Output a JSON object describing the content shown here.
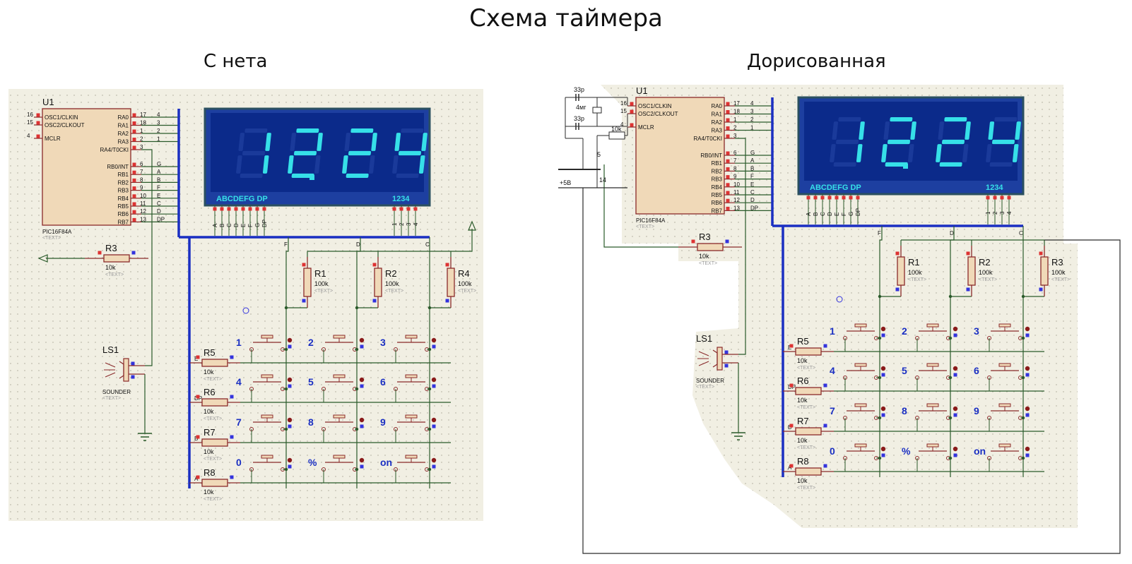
{
  "title": "Схема таймера",
  "left_title": "С нета",
  "right_title": "Дорисованная",
  "display": {
    "digits": "12.24",
    "segments_label": "ABCDEFG DP",
    "digits_label": "1234",
    "seg_pins": [
      "A",
      "B",
      "C",
      "D",
      "E",
      "F",
      "G",
      "DP"
    ],
    "dig_pins": [
      "1",
      "2",
      "3",
      "4"
    ]
  },
  "mcu": {
    "ref": "U1",
    "part": "PIC16F84A",
    "text": "<TEXT>",
    "left_pins": [
      {
        "num": "16",
        "name": "OSC1/CLKIN"
      },
      {
        "num": "15",
        "name": "OSC2/CLKOUT"
      },
      {
        "num": "4",
        "name": "MCLR"
      }
    ],
    "right_pins": [
      {
        "num": "17",
        "name": "RA0",
        "net": "4"
      },
      {
        "num": "18",
        "name": "RA1",
        "net": "3"
      },
      {
        "num": "1",
        "name": "RA2",
        "net": "2"
      },
      {
        "num": "2",
        "name": "RA3",
        "net": "1"
      },
      {
        "num": "3",
        "name": "RA4/T0CKI",
        "net": ""
      },
      {
        "num": "6",
        "name": "RB0/INT",
        "net": "G"
      },
      {
        "num": "7",
        "name": "RB1",
        "net": "A"
      },
      {
        "num": "8",
        "name": "RB2",
        "net": "B"
      },
      {
        "num": "9",
        "name": "RB3",
        "net": "F"
      },
      {
        "num": "10",
        "name": "RB4",
        "net": "E"
      },
      {
        "num": "11",
        "name": "RB5",
        "net": "C"
      },
      {
        "num": "12",
        "name": "RB6",
        "net": "D"
      },
      {
        "num": "13",
        "name": "RB7",
        "net": "DP"
      }
    ]
  },
  "resistors": {
    "pullup": [
      {
        "ref": "R1",
        "val": "100k"
      },
      {
        "ref": "R2",
        "val": "100k"
      },
      {
        "ref": "R4",
        "val": "100k"
      }
    ],
    "pullup_right": [
      {
        "ref": "R1",
        "val": "100k"
      },
      {
        "ref": "R2",
        "val": "100k"
      },
      {
        "ref": "R3",
        "val": "100k"
      }
    ],
    "rows": [
      {
        "ref": "R5",
        "val": "10k",
        "net": "E"
      },
      {
        "ref": "R6",
        "val": "10k",
        "net": "DP"
      },
      {
        "ref": "R7",
        "val": "10k",
        "net": "B"
      },
      {
        "ref": "R8",
        "val": "10k",
        "net": "A"
      }
    ],
    "r3": {
      "ref": "R3",
      "val": "10k"
    },
    "col_nets": [
      "F",
      "D",
      "C"
    ]
  },
  "keys": [
    [
      "1",
      "2",
      "3"
    ],
    [
      "4",
      "5",
      "6"
    ],
    [
      "7",
      "8",
      "9"
    ],
    [
      "0",
      "%",
      "on"
    ]
  ],
  "sounder": {
    "ref": "LS1",
    "part": "SOUNDER"
  },
  "text_tag": "<TEXT>",
  "extras": {
    "c1": "33p",
    "c2": "33p",
    "xtal": "4мг",
    "r_mclr": "10k",
    "pin5": "5",
    "pin14": "14",
    "vcc": "+5В"
  }
}
